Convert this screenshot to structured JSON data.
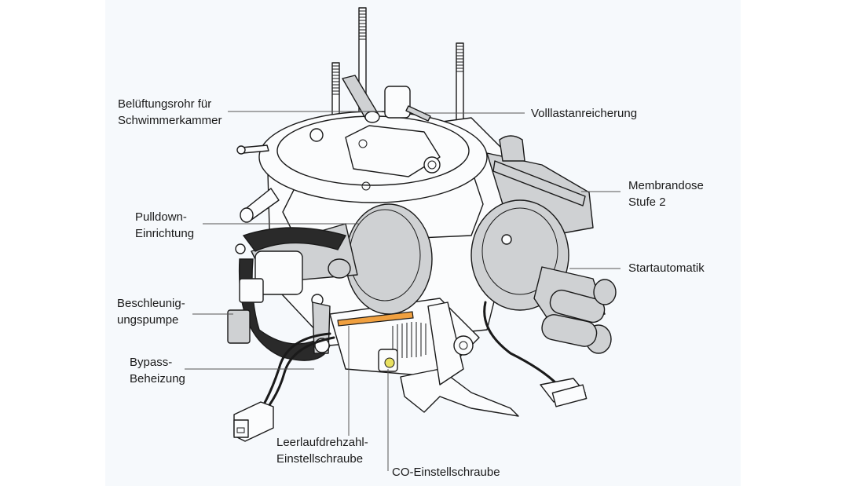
{
  "diagram": {
    "subject": "Vergaser (Carburetor) component diagram",
    "colors": {
      "panel_background": "#f6f9fc",
      "page_background": "#ffffff",
      "label_text": "#1a1a1a",
      "leader_line": "#555555",
      "highlight_idle_screw": "#f0a040",
      "highlight_co_screw": "#e8e060",
      "part_gray": "#cfd1d3"
    },
    "labels": {
      "belueftungsrohr": {
        "line1": "Belüftungsrohr für",
        "line2": "Schwimmerkammer"
      },
      "volllast": {
        "line1": "Volllastanreicherung"
      },
      "membrandose": {
        "line1": "Membrandose",
        "line2": "Stufe 2"
      },
      "pulldown": {
        "line1": "Pulldown-",
        "line2": "Einrichtung"
      },
      "startautomatik": {
        "line1": "Startautomatik"
      },
      "beschleunigungspumpe": {
        "line1": "Beschleunig-",
        "line2": "ungspumpe"
      },
      "bypass": {
        "line1": "Bypass-",
        "line2": "Beheizung"
      },
      "leerlauf": {
        "line1": "Leerlaufdrehzahl-",
        "line2": "Einstellschraube"
      },
      "co": {
        "line1": "CO-Einstellschraube"
      }
    }
  }
}
